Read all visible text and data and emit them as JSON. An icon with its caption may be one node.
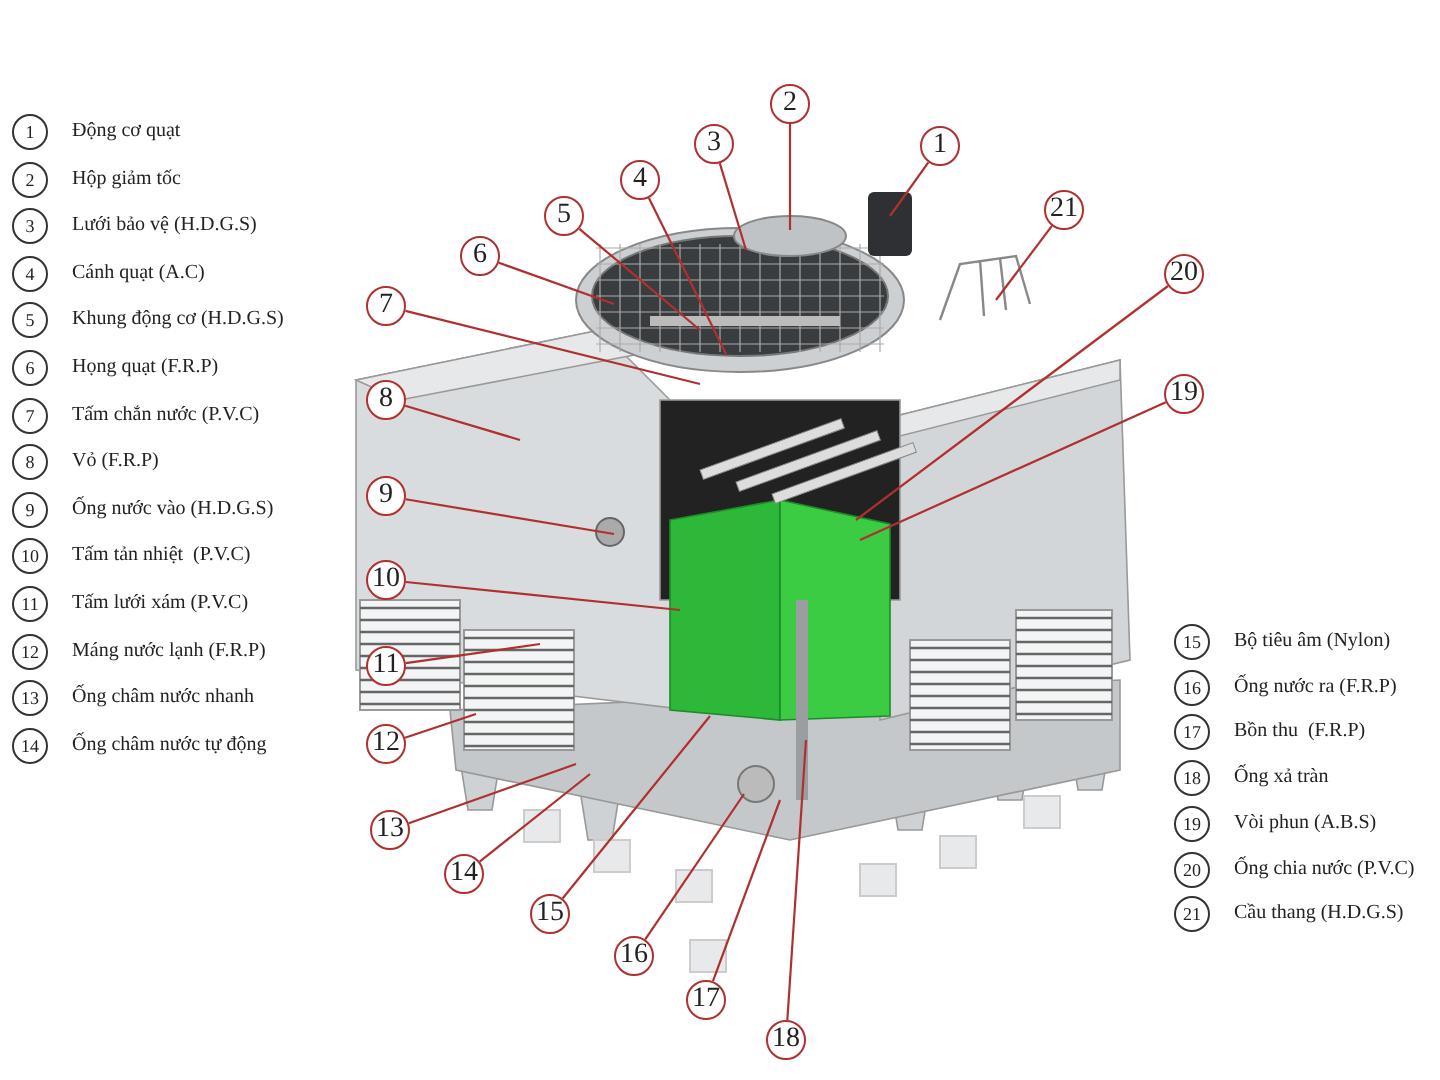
{
  "diagram": {
    "nodes": [
      {
        "text": [
          "1"
        ]
      },
      {
        "text": [
          "2"
        ]
      },
      {
        "text": [
          "3"
        ]
      },
      {
        "text": [
          "4"
        ]
      },
      {
        "text": [
          "5"
        ]
      },
      {
        "text": [
          "6"
        ]
      },
      {
        "text": [
          "7"
        ]
      },
      {
        "text": [
          "8"
        ]
      },
      {
        "text": [
          "9"
        ]
      },
      {
        "text": [
          "10"
        ]
      },
      {
        "text": [
          "11"
        ]
      },
      {
        "text": [
          "12"
        ]
      },
      {
        "text": [
          "13"
        ]
      },
      {
        "text": [
          "14"
        ]
      },
      {
        "text": [
          "15"
        ]
      },
      {
        "text": [
          "16"
        ]
      },
      {
        "text": [
          "17"
        ]
      },
      {
        "text": [
          "18"
        ]
      },
      {
        "text": [
          "19"
        ]
      },
      {
        "text": [
          "20"
        ]
      },
      {
        "text": [
          "21"
        ]
      }
    ],
    "edges": [
      {
        "from": 0,
        "to": null,
        "arrow": "none"
      },
      {
        "from": 1,
        "to": null,
        "arrow": "none"
      },
      {
        "from": 2,
        "to": null,
        "arrow": "none"
      },
      {
        "from": 3,
        "to": null,
        "arrow": "none"
      },
      {
        "from": 4,
        "to": null,
        "arrow": "none"
      },
      {
        "from": 5,
        "to": null,
        "arrow": "none"
      },
      {
        "from": 6,
        "to": null,
        "arrow": "none"
      },
      {
        "from": 7,
        "to": null,
        "arrow": "none"
      },
      {
        "from": 8,
        "to": null,
        "arrow": "none"
      },
      {
        "from": 9,
        "to": null,
        "arrow": "none"
      },
      {
        "from": 10,
        "to": null,
        "arrow": "none"
      },
      {
        "from": 11,
        "to": null,
        "arrow": "none"
      },
      {
        "from": 12,
        "to": null,
        "arrow": "none"
      },
      {
        "from": 13,
        "to": null,
        "arrow": "none"
      },
      {
        "from": 14,
        "to": null,
        "arrow": "none"
      },
      {
        "from": 15,
        "to": null,
        "arrow": "none"
      },
      {
        "from": 16,
        "to": null,
        "arrow": "none"
      },
      {
        "from": 17,
        "to": null,
        "arrow": "none"
      },
      {
        "from": 18,
        "to": null,
        "arrow": "none"
      },
      {
        "from": 19,
        "to": null,
        "arrow": "none"
      },
      {
        "from": 20,
        "to": null,
        "arrow": "none"
      }
    ],
    "labels": [
      "1",
      "Động cơ quạt",
      "2",
      "Hộp giảm tốc",
      "3",
      "Lưới bảo vệ (H.D.G.S)",
      "4",
      "Cánh quạt (A.C)",
      "5",
      "Khung động cơ (H.D.G.S)",
      "6",
      "Họng quạt (F.R.P)",
      "7",
      "Tấm chắn nước (P.V.C)",
      "8",
      "Vỏ (F.R.P)",
      "9",
      "Ống nước vào (H.D.G.S)",
      "10",
      "Tấm tản nhiệt  (P.V.C)",
      "11",
      "Tấm lưới xám (P.V.C)",
      "12",
      "Máng nước lạnh (F.R.P)",
      "13",
      "Ống châm nước nhanh",
      "14",
      "Ống châm nước tự động",
      "15",
      "Bộ tiêu âm (Nylon)",
      "16",
      "Ống nước ra (F.R.P)",
      "17",
      "Bồn thu  (F.R.P)",
      "18",
      "Ống xả tràn",
      "19",
      "Vòi phun (A.B.S)",
      "20",
      "Ống chia nước (P.V.C)",
      "21",
      "Cầu thang (H.D.G.S)"
    ]
  }
}
